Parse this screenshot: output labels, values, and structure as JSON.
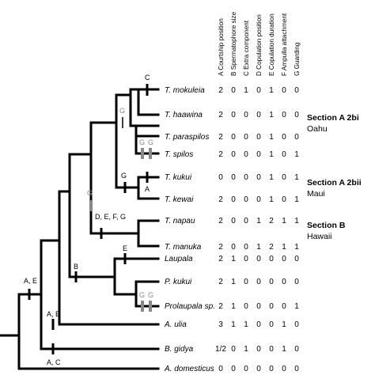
{
  "columns": [
    "A Courtship position",
    "B Spermatophore size",
    "C Extra component",
    "D Copulation position",
    "E Copulation duration",
    "F Ampulla attachment",
    "G Guarding"
  ],
  "taxa": [
    {
      "name": "T. mokuleia",
      "values": [
        "2",
        "0",
        "1",
        "0",
        "1",
        "0",
        "0"
      ]
    },
    {
      "name": "T. haawina",
      "values": [
        "2",
        "0",
        "0",
        "0",
        "1",
        "0",
        "0"
      ]
    },
    {
      "name": "T. paraspilos",
      "values": [
        "2",
        "0",
        "0",
        "0",
        "1",
        "0",
        "0"
      ]
    },
    {
      "name": "T. spilos",
      "values": [
        "2",
        "0",
        "0",
        "0",
        "1",
        "0",
        "1"
      ]
    },
    {
      "name": "T. kukui",
      "values": [
        "0",
        "0",
        "0",
        "0",
        "1",
        "0",
        "1"
      ]
    },
    {
      "name": "T. kewai",
      "values": [
        "2",
        "0",
        "0",
        "0",
        "1",
        "0",
        "1"
      ]
    },
    {
      "name": "T. napau",
      "values": [
        "2",
        "0",
        "0",
        "1",
        "2",
        "1",
        "1"
      ]
    },
    {
      "name": "T. manuka",
      "values": [
        "2",
        "0",
        "0",
        "1",
        "2",
        "1",
        "1"
      ]
    },
    {
      "name": "Laupala",
      "values": [
        "2",
        "1",
        "0",
        "0",
        "0",
        "0",
        "0"
      ]
    },
    {
      "name": "P. kukui",
      "values": [
        "2",
        "1",
        "0",
        "0",
        "0",
        "0",
        "0"
      ]
    },
    {
      "name": "Prolaupala sp.",
      "values": [
        "2",
        "1",
        "0",
        "0",
        "0",
        "0",
        "1"
      ]
    },
    {
      "name": "A. ulia",
      "values": [
        "3",
        "1",
        "1",
        "0",
        "0",
        "1",
        "0"
      ]
    },
    {
      "name": "B. gidya",
      "values": [
        "1/2",
        "0",
        "1",
        "0",
        "0",
        "1",
        "0"
      ]
    },
    {
      "name": "A. domesticus",
      "values": [
        "0",
        "0",
        "0",
        "0",
        "0",
        "0",
        "0"
      ]
    }
  ],
  "sections": [
    {
      "title": "Section A 2bi",
      "subtitle": "Oahu"
    },
    {
      "title": "Section A 2bii",
      "subtitle": "Maui"
    },
    {
      "title": "Section B",
      "subtitle": "Hawaii"
    }
  ],
  "character_labels": {
    "mokuleia": "C",
    "oahu_node": "G",
    "spilos_1": "G",
    "spilos_2": "G",
    "kukui_node": "G",
    "kukui_tip": "A",
    "hawaii_node": "D, E, F, G",
    "tetragnatha_node": "G",
    "laupala": "E",
    "laupala_node": "B",
    "prolaupala_1": "G",
    "prolaupala_2": "G",
    "root_node": "A, E",
    "ulia": "A, B",
    "gidya": "A, C"
  }
}
